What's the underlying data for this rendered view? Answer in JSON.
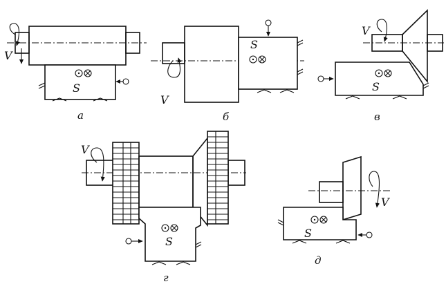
{
  "panels": [
    {
      "id": "a",
      "caption": "а",
      "speed_label": "V",
      "feed_label": "S"
    },
    {
      "id": "b",
      "caption": "б",
      "speed_label": "V",
      "feed_label": "S"
    },
    {
      "id": "v",
      "caption": "в",
      "speed_label": "V",
      "feed_label": "S"
    },
    {
      "id": "g",
      "caption": "г",
      "speed_label": "V",
      "feed_label": "S"
    },
    {
      "id": "d",
      "caption": "д",
      "speed_label": "V",
      "feed_label": "S"
    }
  ]
}
